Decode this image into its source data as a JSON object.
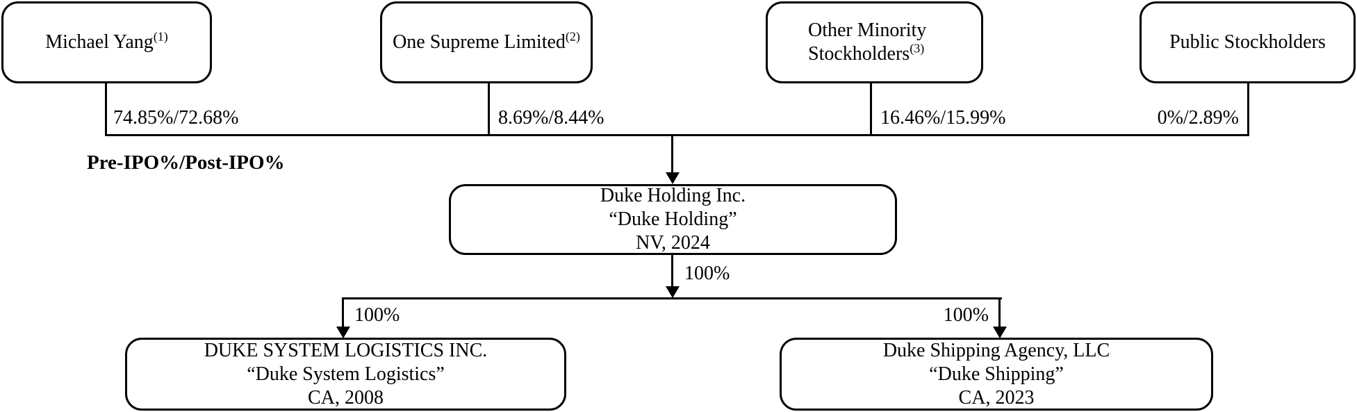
{
  "diagram": {
    "legend": "Pre-IPO%/Post-IPO%",
    "stockholders": [
      {
        "name": "Michael Yang",
        "footnote": "(1)",
        "ownership": "74.85%/72.68%"
      },
      {
        "name": "One Supreme Limited",
        "footnote": "(2)",
        "ownership": "8.69%/8.44%"
      },
      {
        "name": "Other Minority Stockholders",
        "footnote": "(3)",
        "ownership": "16.46%/15.99%"
      },
      {
        "name": "Public Stockholders",
        "footnote": "",
        "ownership": "0%/2.89%"
      }
    ],
    "holding": {
      "line1": "Duke Holding Inc.",
      "line2": "“Duke Holding”",
      "line3": "NV, 2024",
      "ownership": "100%"
    },
    "subsidiaries": [
      {
        "line1": "DUKE SYSTEM LOGISTICS INC.",
        "line2": "“Duke System Logistics”",
        "line3": "CA, 2008",
        "ownership": "100%"
      },
      {
        "line1": "Duke Shipping Agency, LLC",
        "line2": "“Duke Shipping”",
        "line3": "CA, 2023",
        "ownership": "100%"
      }
    ],
    "colors": {
      "line": "#000000",
      "background": "#ffffff"
    }
  }
}
